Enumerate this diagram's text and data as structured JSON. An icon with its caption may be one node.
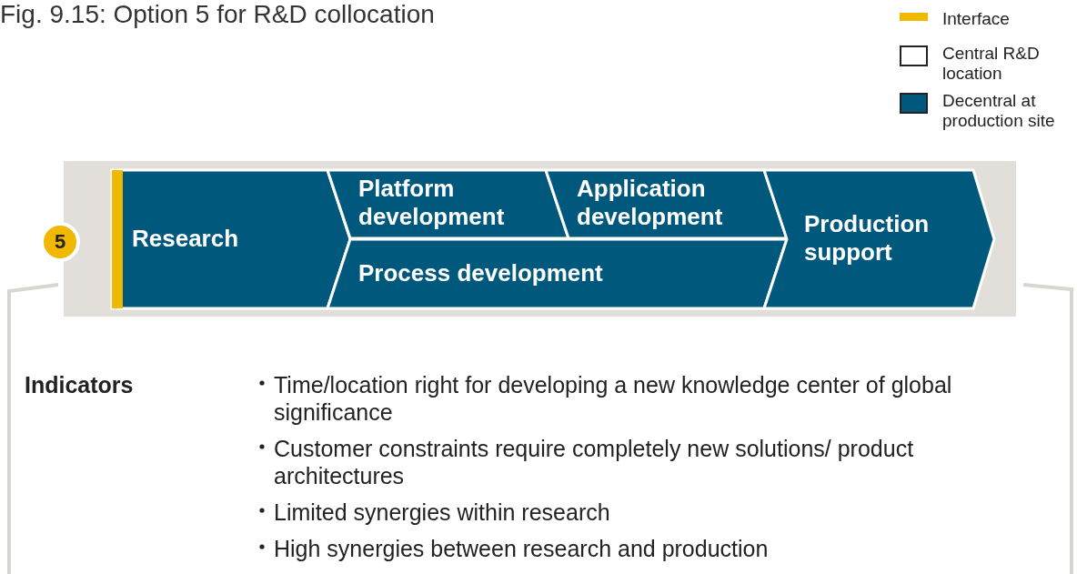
{
  "diagram": {
    "title": "Fig. 9.15: Option 5 for R&D collocation",
    "nodes": [
      {
        "text": [
          "5"
        ]
      },
      {
        "text": [
          "Research"
        ]
      },
      {
        "text": [
          "Platform development"
        ]
      },
      {
        "text": [
          "Application development"
        ]
      },
      {
        "text": [
          "Process development"
        ]
      },
      {
        "text": [
          "Production support"
        ]
      }
    ],
    "labels": [
      "Indicators",
      "Time/location right for developing a new knowledge center of global significance",
      "Customer constraints require completely new solutions/ product architectures",
      "Limited synergies within research",
      "High synergies between research and production"
    ],
    "legend": [
      {
        "text": "Interface",
        "color": "#f0b800"
      },
      {
        "text": "Central R&D location",
        "color": "#ffffff"
      },
      {
        "text": "Decentral at production site",
        "color": "#00587c"
      }
    ]
  }
}
